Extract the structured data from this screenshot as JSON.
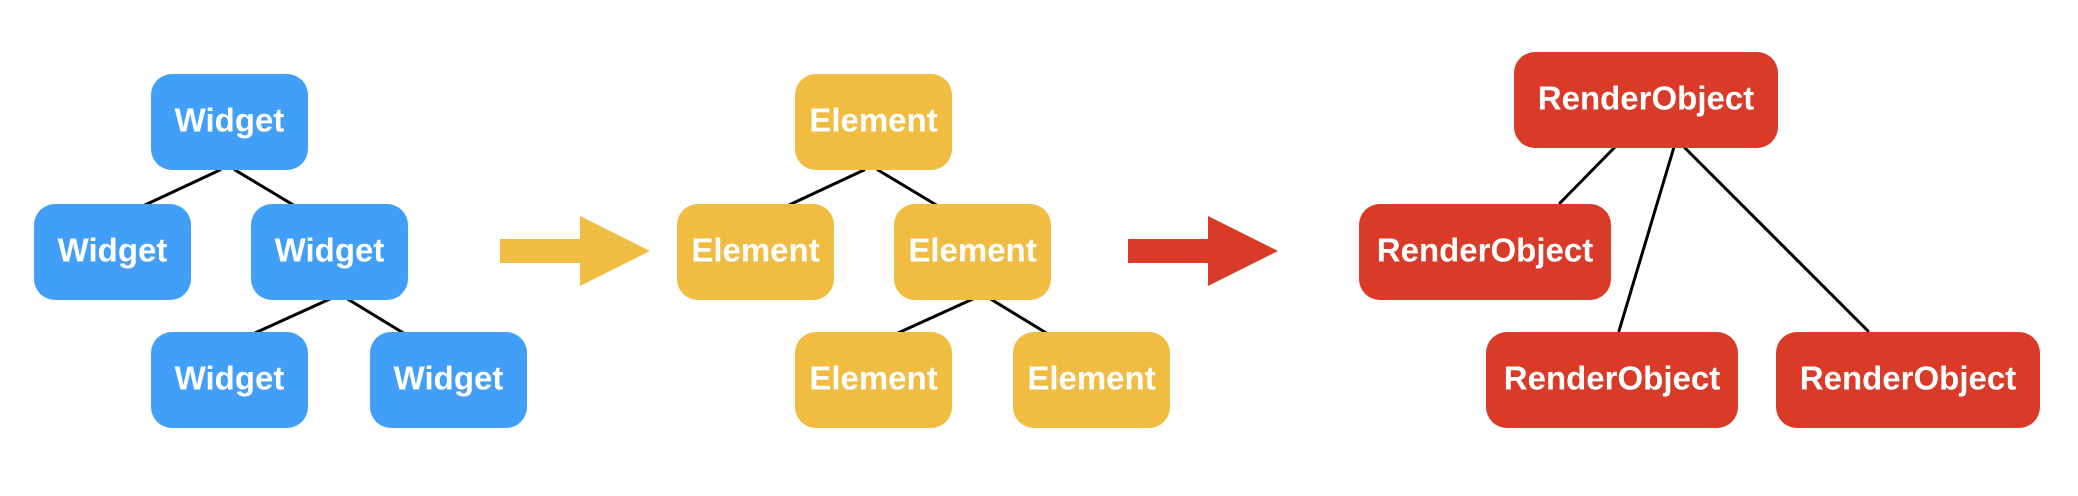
{
  "colors": {
    "widget": "#429ff7",
    "element": "#f0bc41",
    "render": "#da3a28",
    "edge": "#000000",
    "text": "#ffffff"
  },
  "icons": [
    "right-arrow-icon",
    "right-arrow-icon"
  ],
  "trees": [
    {
      "id": "widget-tree",
      "color_key": "widget",
      "nodes": [
        {
          "id": "w0",
          "label": "Widget"
        },
        {
          "id": "w1",
          "label": "Widget"
        },
        {
          "id": "w2",
          "label": "Widget"
        },
        {
          "id": "w3",
          "label": "Widget"
        },
        {
          "id": "w4",
          "label": "Widget"
        }
      ],
      "edges": [
        [
          "w0",
          "w1"
        ],
        [
          "w0",
          "w2"
        ],
        [
          "w2",
          "w3"
        ],
        [
          "w2",
          "w4"
        ]
      ]
    },
    {
      "id": "element-tree",
      "color_key": "element",
      "nodes": [
        {
          "id": "e0",
          "label": "Element"
        },
        {
          "id": "e1",
          "label": "Element"
        },
        {
          "id": "e2",
          "label": "Element"
        },
        {
          "id": "e3",
          "label": "Element"
        },
        {
          "id": "e4",
          "label": "Element"
        }
      ],
      "edges": [
        [
          "e0",
          "e1"
        ],
        [
          "e0",
          "e2"
        ],
        [
          "e2",
          "e3"
        ],
        [
          "e2",
          "e4"
        ]
      ]
    },
    {
      "id": "render-tree",
      "color_key": "render",
      "nodes": [
        {
          "id": "r0",
          "label": "RenderObject"
        },
        {
          "id": "r1",
          "label": "RenderObject"
        },
        {
          "id": "r2",
          "label": "RenderObject"
        },
        {
          "id": "r3",
          "label": "RenderObject"
        }
      ],
      "edges": [
        [
          "r0",
          "r1"
        ],
        [
          "r0",
          "r2"
        ],
        [
          "r0",
          "r3"
        ]
      ]
    }
  ],
  "arrows": [
    {
      "id": "arrow-widget-to-element",
      "color_key": "element"
    },
    {
      "id": "arrow-element-to-render",
      "color_key": "render"
    }
  ]
}
